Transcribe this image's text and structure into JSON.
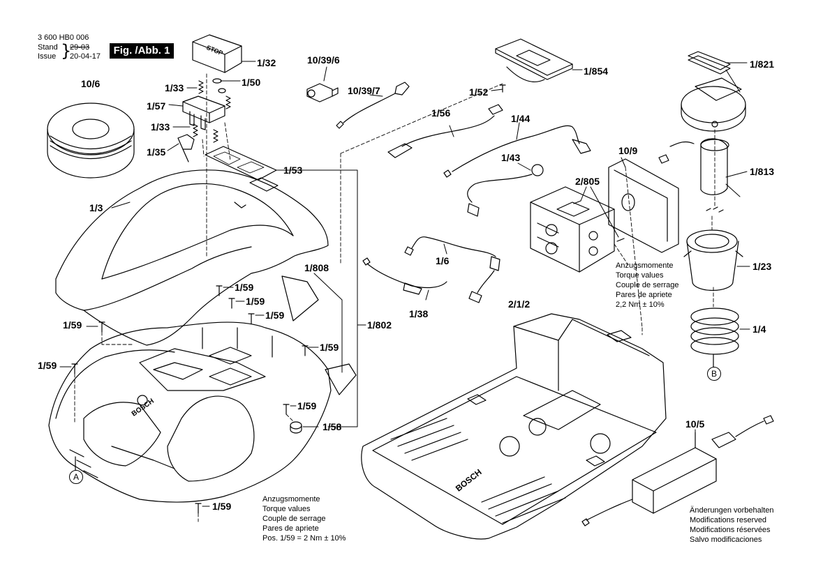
{
  "header": {
    "part_number": "3 600 HB0 006",
    "stand_label": "Stand",
    "issue_label": "Issue",
    "stand_date": "29-03",
    "issue_date": "20-04-17",
    "figure_label": "Fig. /Abb. 1"
  },
  "labels": {
    "l_10_6": "10/6",
    "l_1_32": "1/32",
    "l_1_33a": "1/33",
    "l_1_50": "1/50",
    "l_1_57": "1/57",
    "l_1_33b": "1/33",
    "l_1_35": "1/35",
    "l_1_53": "1/53",
    "l_1_3": "1/3",
    "l_10_39_6": "10/39/6",
    "l_10_39_7": "10/39/7",
    "l_1_52": "1/52",
    "l_1_854": "1/854",
    "l_1_821": "1/821",
    "l_1_56": "1/56",
    "l_1_44": "1/44",
    "l_1_43": "1/43",
    "l_10_9": "10/9",
    "l_2_805": "2/805",
    "l_1_813": "1/813",
    "l_1_6": "1/6",
    "l_1_38": "1/38",
    "l_1_808": "1/808",
    "l_1_59a": "1/59",
    "l_1_59b": "1/59",
    "l_1_59c": "1/59",
    "l_1_59d": "1/59",
    "l_1_59e": "1/59",
    "l_1_59f": "1/59",
    "l_1_59g": "1/59",
    "l_1_59h": "1/59",
    "l_1_802": "1/802",
    "l_1_58": "1/58",
    "l_2_1_2": "2/1/2",
    "l_1_23": "1/23",
    "l_1_4": "1/4",
    "l_10_5": "10/5",
    "circle_a": "A",
    "circle_b": "B"
  },
  "torque_note_right": [
    "Anzugsmomente",
    "Torque values",
    "Couple de serrage",
    "Pares de apriete",
    "2,2 Nm  ± 10%"
  ],
  "torque_note_bottom": [
    "Anzugsmomente",
    "Torque values",
    "Couple de serrage",
    "Pares de apriete",
    "Pos.    1/59 = 2 Nm  ± 10%"
  ],
  "modifications_note": [
    "Änderungen vorbehalten",
    "Modifications reserved",
    "Modifications réservées",
    "Salvo modificaciones"
  ],
  "part_text": {
    "stop_key": "STOP",
    "brand": "BOSCH"
  }
}
